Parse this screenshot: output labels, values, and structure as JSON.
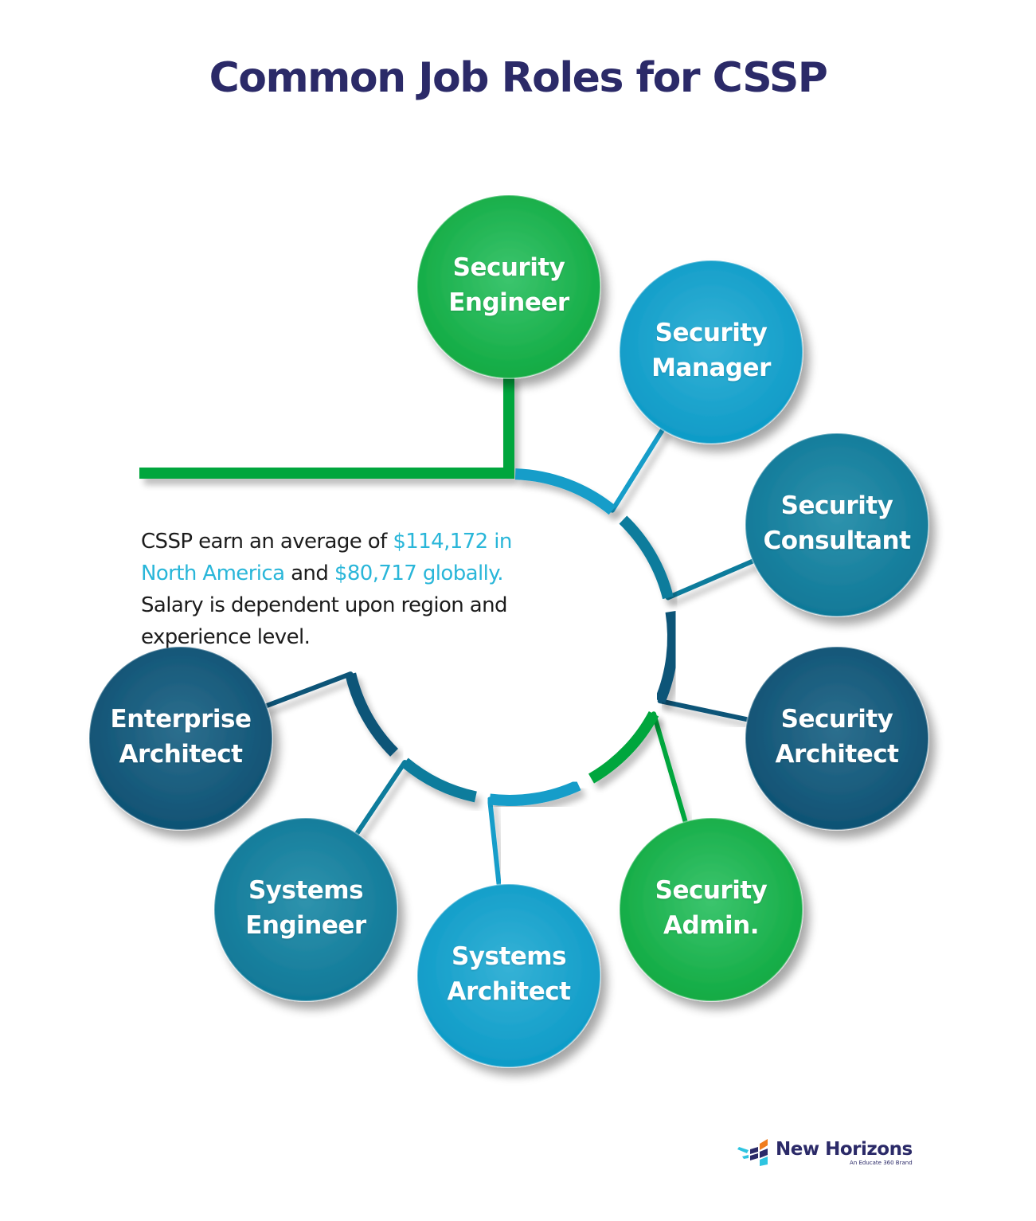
{
  "title": "Common Job Roles for CSSP",
  "description": {
    "part1": "CSSP earn an average of ",
    "highlight1": "$114,172 in North America",
    "part2": " and ",
    "highlight2": "$80,717 globally.",
    "part3": " Salary is dependent upon region and experience level."
  },
  "roles": [
    {
      "line1": "Security",
      "line2": "Engineer",
      "color": "#17b04a"
    },
    {
      "line1": "Security",
      "line2": "Manager",
      "color": "#149fcc"
    },
    {
      "line1": "Security",
      "line2": "Consultant",
      "color": "#137f9e"
    },
    {
      "line1": "Security",
      "line2": "Architect",
      "color": "#0f5a7c"
    },
    {
      "line1": "Security",
      "line2": "Admin.",
      "color": "#17b04a"
    },
    {
      "line1": "Systems",
      "line2": "Architect",
      "color": "#149fcc"
    },
    {
      "line1": "Systems",
      "line2": "Engineer",
      "color": "#137f9e"
    },
    {
      "line1": "Enterprise",
      "line2": "Architect",
      "color": "#0f5a7c"
    }
  ],
  "colors": {
    "title": "#2b2a68",
    "highlight": "#29b6d9",
    "green": "#00a63c",
    "light_blue": "#129dc9",
    "teal": "#0f7c9c",
    "navy": "#0d5478"
  },
  "logo": {
    "name": "New Horizons",
    "tagline": "An Educate 360 Brand"
  }
}
